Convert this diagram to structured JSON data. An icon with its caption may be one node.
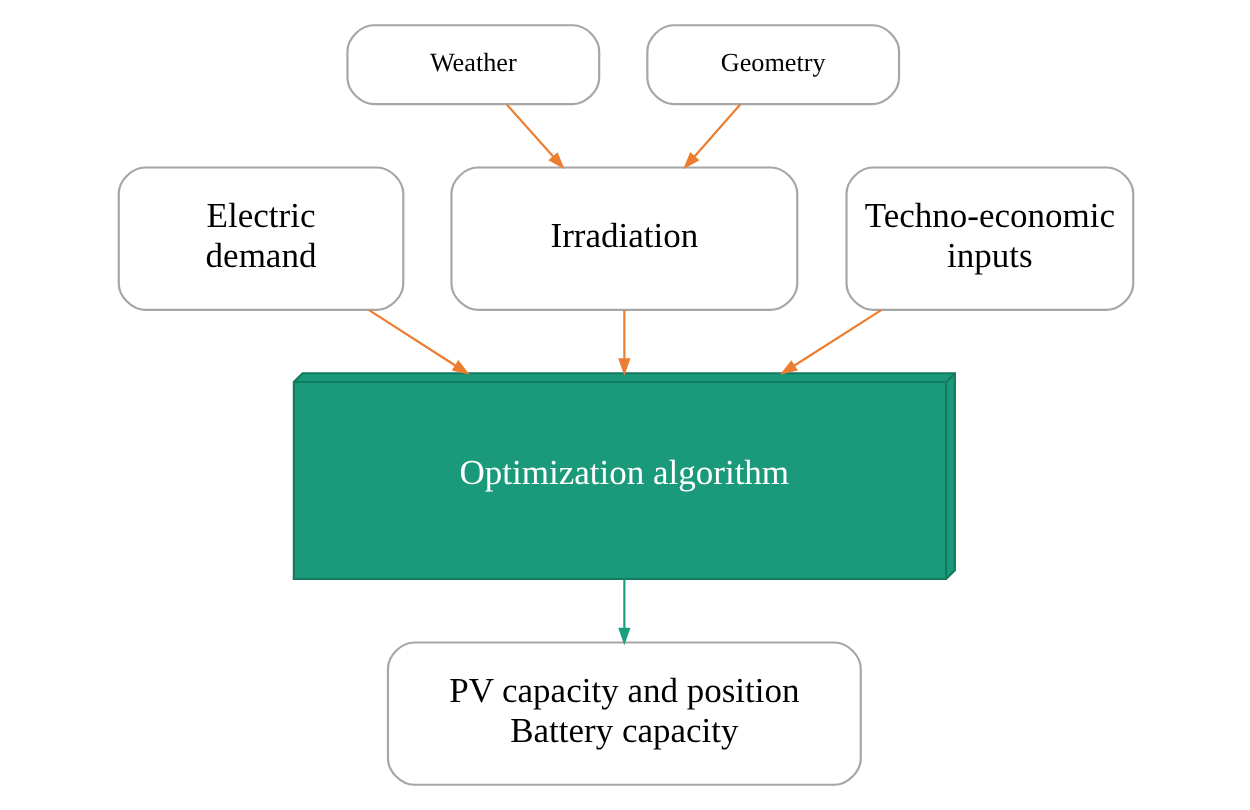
{
  "diagram": {
    "nodes": [
      {
        "text": [
          "Weather"
        ]
      },
      {
        "text": [
          "Geometry"
        ]
      },
      {
        "text": [
          "Electric demand"
        ]
      },
      {
        "text": [
          "Irradiation"
        ]
      },
      {
        "text": [
          "Techno-economic inputs"
        ]
      },
      {
        "text": [
          "Optimization algorithm"
        ]
      },
      {
        "text": [
          "PV capacity and position",
          "Battery capacity"
        ]
      }
    ],
    "edges": [
      {
        "from": 0,
        "to": 3,
        "arrow": "to"
      },
      {
        "from": 1,
        "to": 3,
        "arrow": "to"
      },
      {
        "from": 2,
        "to": 5,
        "arrow": "to"
      },
      {
        "from": 3,
        "to": 5,
        "arrow": "to"
      },
      {
        "from": 4,
        "to": 5,
        "arrow": "to"
      },
      {
        "from": 5,
        "to": 6,
        "arrow": "to",
        "color": "#1a9e7f"
      }
    ]
  }
}
